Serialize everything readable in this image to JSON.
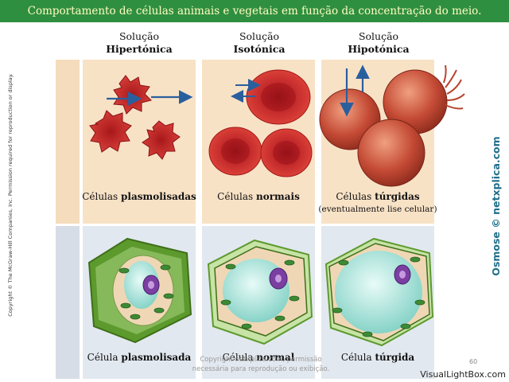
{
  "title": "Comportamento de células animais e vegetais em função da concentração do meio.",
  "columns": [
    {
      "line1": "Solução",
      "line2": "Hipertónica"
    },
    {
      "line1": "Solução",
      "line2": "Isotónica"
    },
    {
      "line1": "Solução",
      "line2": "Hipotónica"
    }
  ],
  "animal_captions": [
    {
      "prefix": "Células ",
      "bold": "plasmolisadas",
      "sub": ""
    },
    {
      "prefix": "Células ",
      "bold": "normais",
      "sub": ""
    },
    {
      "prefix": "Células ",
      "bold": "túrgidas",
      "sub": "(eventualmente lise celular)"
    }
  ],
  "plant_captions": [
    {
      "prefix": "Célula ",
      "bold": "plasmolisada"
    },
    {
      "prefix": "Célula ",
      "bold": "normal"
    },
    {
      "prefix": "Célula ",
      "bold": "túrgida"
    }
  ],
  "side_copyright": "Copyright © The McGraw-Hill Companies, Inc. Permission required for reproduction or display.",
  "side_brand": "Osmose © netxplica.com",
  "watermark": "Copyright netxplica.com, permissão necessária para reprodução ou exibição.",
  "page_number": "60",
  "footer_brand": "VisualLightBox.com",
  "colors": {
    "banner_bg": "#2f8f40",
    "banner_text": "#fffcc0",
    "animal_panel": "#f8e2c6",
    "plant_panel": "#e2e8ef",
    "red_cell": "#c0282a",
    "arrow": "#2a5f9e",
    "cell_wall_green": "#4f8a2a",
    "vacuole": "#9fe0d6",
    "nucleus": "#7a3fa0"
  }
}
